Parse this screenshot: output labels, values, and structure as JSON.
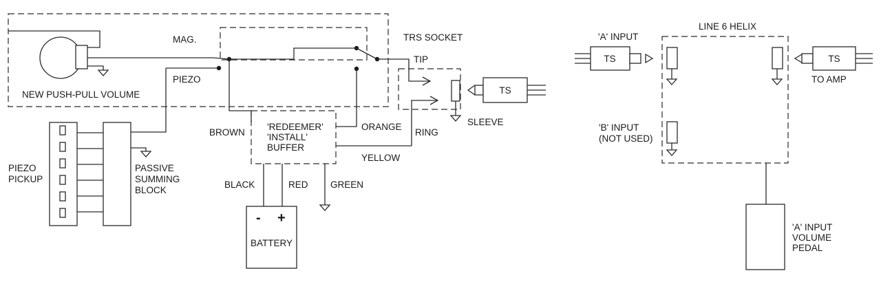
{
  "labels": {
    "mag": "MAG.",
    "piezo": "PIEZO",
    "volume": "NEW PUSH-PULL VOLUME",
    "trs_socket": "TRS SOCKET",
    "tip": "TIP",
    "ring": "RING",
    "sleeve": "SLEEVE",
    "brown": "BROWN",
    "orange": "ORANGE",
    "yellow": "YELLOW",
    "black": "BLACK",
    "red": "RED",
    "green": "GREEN",
    "buffer_1": "'REDEEMER'",
    "buffer_2": "'INSTALL'",
    "buffer_3": "BUFFER",
    "piezo_pickup_1": "PIEZO",
    "piezo_pickup_2": "PICKUP",
    "summing_1": "PASSIVE",
    "summing_2": "SUMMING",
    "summing_3": "BLOCK",
    "battery": "BATTERY",
    "minus": "-",
    "plus": "+",
    "ts_plug_guitar": "TS",
    "helix": "LINE 6 HELIX",
    "a_input_top": "'A' INPUT",
    "ts_plug_a_input": "TS",
    "ts_plug_amp": "TS",
    "to_amp": "TO AMP",
    "b_input_1": "'B' INPUT",
    "b_input_2": "(NOT USED)",
    "pedal_1": "'A' INPUT",
    "pedal_2": "VOLUME",
    "pedal_3": "PEDAL"
  }
}
